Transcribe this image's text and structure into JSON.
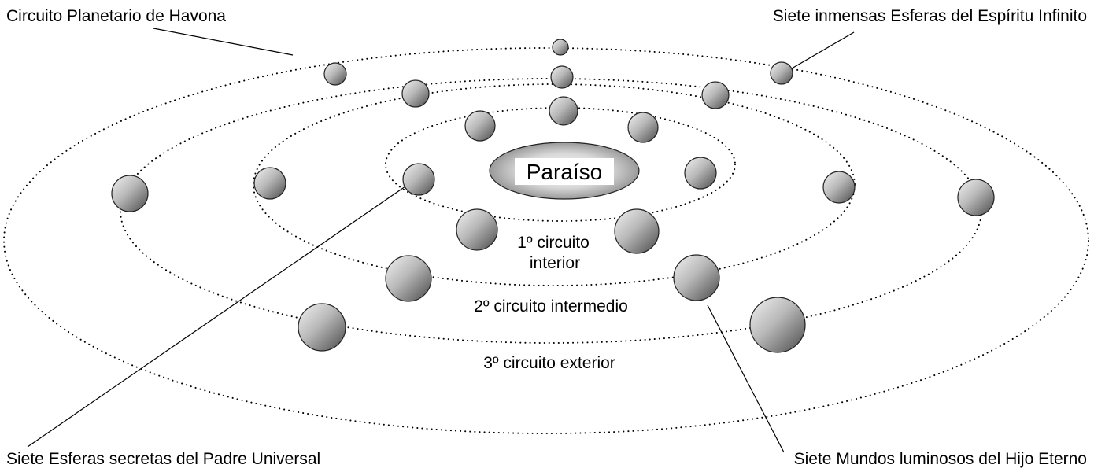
{
  "paradise": {
    "label": "Paraíso"
  },
  "labels": {
    "havona_circuit": "Circuito Planetario de Havona",
    "spirit_spheres": "Siete inmensas Esferas del Espíritu Infinito",
    "father_spheres": "Siete Esferas secretas del Padre Universal",
    "son_worlds": "Siete Mundos luminosos del Hijo Eterno"
  },
  "circuits": {
    "inner_line1": "1º circuito",
    "inner_line2": "interior",
    "middle": "2º circuito intermedio",
    "outer": "3º circuito exterior"
  }
}
